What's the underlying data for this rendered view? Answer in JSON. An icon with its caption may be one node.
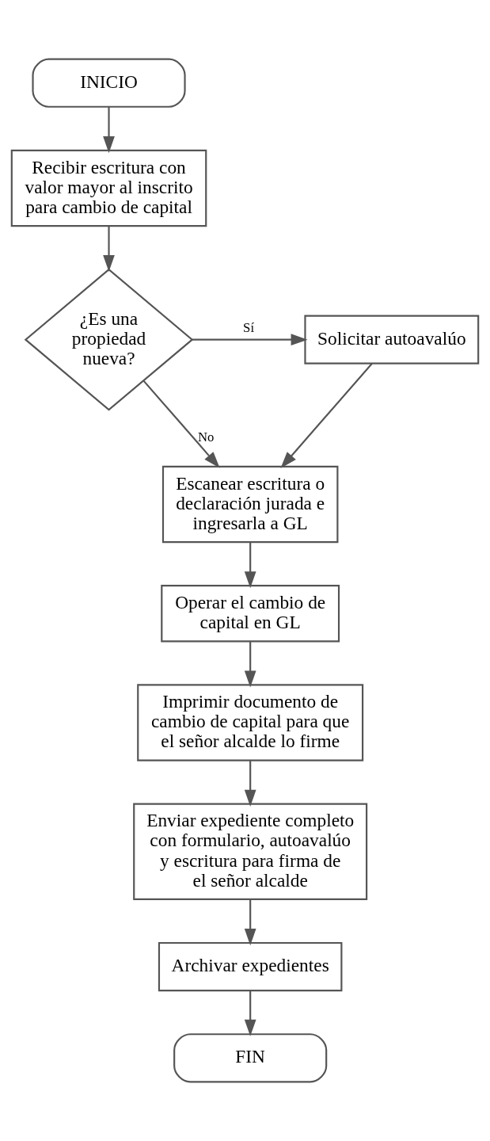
{
  "diagram": {
    "nodes": [
      {
        "text": [
          "INICIO"
        ]
      },
      {
        "text": [
          "Recibir escritura con valor mayor al inscrito para cambio de capital"
        ]
      },
      {
        "text": [
          "¿Es una propiedad nueva?"
        ]
      },
      {
        "text": [
          "Solicitar autoavalúo"
        ]
      },
      {
        "text": [
          "Escanear escritura o declaración jurada e ingresarla a GL"
        ]
      },
      {
        "text": [
          "Operar el cambio de capital en GL"
        ]
      },
      {
        "text": [
          "Imprimir documento de cambio de capital para que el señor alcalde lo firme"
        ]
      },
      {
        "text": [
          "Enviar expediente completo con formulario, autoavalúo y escritura para firma de el señor alcalde"
        ]
      },
      {
        "text": [
          "Archivar expedientes"
        ]
      },
      {
        "text": [
          "FIN"
        ]
      }
    ],
    "edges": [
      {
        "from": 0,
        "to": 1,
        "arrow": "to"
      },
      {
        "from": 1,
        "to": 2,
        "arrow": "to"
      },
      {
        "from": 2,
        "to": 3,
        "arrow": "to",
        "label": "Sí"
      },
      {
        "from": 2,
        "to": 4,
        "arrow": "to",
        "label": "No"
      },
      {
        "from": 3,
        "to": 4,
        "arrow": "to"
      },
      {
        "from": 4,
        "to": 5,
        "arrow": "to"
      },
      {
        "from": 5,
        "to": 6,
        "arrow": "to"
      },
      {
        "from": 6,
        "to": 7,
        "arrow": "to"
      },
      {
        "from": 7,
        "to": 8,
        "arrow": "to"
      },
      {
        "from": 8,
        "to": 9,
        "arrow": "to"
      }
    ]
  }
}
